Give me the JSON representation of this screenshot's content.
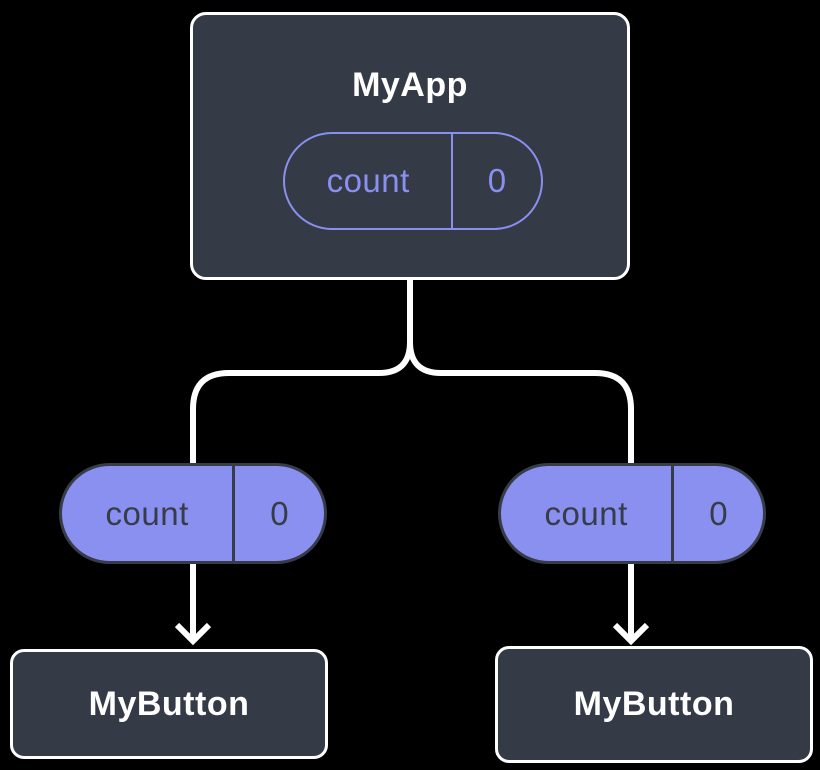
{
  "colors": {
    "bg": "#000000",
    "node_bg": "#343A46",
    "node_border": "#FFFFFF",
    "accent_purple": "#8A90F0",
    "dark_on_purple": "#363C48",
    "text_light": "#FFFFFF",
    "connector": "#FFFFFF"
  },
  "root_node": {
    "title": "MyApp",
    "state_pill": {
      "label": "count",
      "value": "0"
    }
  },
  "children": [
    {
      "title": "MyButton",
      "prop_pill": {
        "label": "count",
        "value": "0"
      }
    },
    {
      "title": "MyButton",
      "prop_pill": {
        "label": "count",
        "value": "0"
      }
    }
  ]
}
